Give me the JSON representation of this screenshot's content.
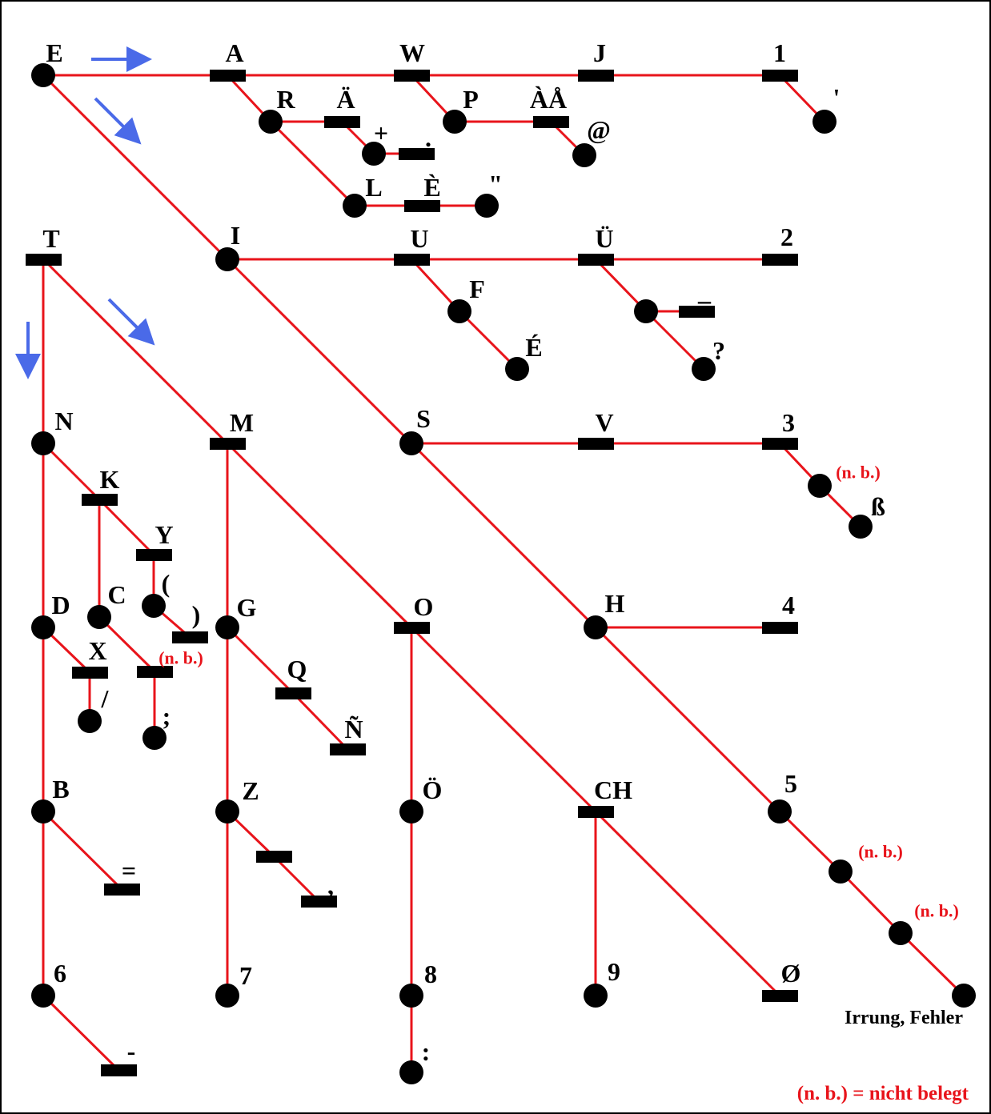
{
  "colors": {
    "line": "#e8141b",
    "node": "#000000",
    "arrow": "#4a6ae8",
    "note": "#e8141b"
  },
  "nodes": [
    {
      "code": ".",
      "label": "E",
      "signal": "dot"
    },
    {
      "code": ".-",
      "label": "A",
      "signal": "dash"
    },
    {
      "code": ".--",
      "label": "W",
      "signal": "dash"
    },
    {
      "code": ".---",
      "label": "J",
      "signal": "dash"
    },
    {
      "code": ".----",
      "label": "1",
      "signal": "dash"
    },
    {
      "code": ".----.",
      "label": "'",
      "signal": "dot"
    },
    {
      "code": ".-.",
      "label": "R",
      "signal": "dot"
    },
    {
      "code": ".-.-",
      "label": "Ä",
      "signal": "dash"
    },
    {
      "code": ".-.-.",
      "label": "+",
      "signal": "dot"
    },
    {
      "code": ".-.-.-",
      "label": ".",
      "signal": "dash"
    },
    {
      "code": ".-..",
      "label": "L",
      "signal": "dot"
    },
    {
      "code": ".-..-",
      "label": "È",
      "signal": "dash"
    },
    {
      "code": ".-..-.",
      "label": "\"",
      "signal": "dot"
    },
    {
      "code": ".--.",
      "label": "P",
      "signal": "dot"
    },
    {
      "code": ".--.-",
      "label": "ÀÅ",
      "signal": "dash"
    },
    {
      "code": ".--.-.",
      "label": "@",
      "signal": "dot"
    },
    {
      "code": "..",
      "label": "I",
      "signal": "dot"
    },
    {
      "code": "..-",
      "label": "U",
      "signal": "dash"
    },
    {
      "code": "..--",
      "label": "Ü",
      "signal": "dash"
    },
    {
      "code": "..---",
      "label": "2",
      "signal": "dash"
    },
    {
      "code": "..-.",
      "label": "F",
      "signal": "dot"
    },
    {
      "code": "..-..",
      "label": "É",
      "signal": "dot"
    },
    {
      "code": "..--.",
      "label": "",
      "signal": "dot"
    },
    {
      "code": "..--.-",
      "label": "_",
      "signal": "dash"
    },
    {
      "code": "..--..",
      "label": "?",
      "signal": "dot"
    },
    {
      "code": "-",
      "label": "T",
      "signal": "dash"
    },
    {
      "code": "-.",
      "label": "N",
      "signal": "dot"
    },
    {
      "code": "--",
      "label": "M",
      "signal": "dash"
    },
    {
      "code": "...",
      "label": "S",
      "signal": "dot"
    },
    {
      "code": "...-",
      "label": "V",
      "signal": "dash"
    },
    {
      "code": "...--",
      "label": "3",
      "signal": "dash"
    },
    {
      "code": "...--.",
      "label": "(n. b.)",
      "signal": "dot",
      "note": true
    },
    {
      "code": "...--..",
      "label": "ß",
      "signal": "dot"
    },
    {
      "code": "....",
      "label": "H",
      "signal": "dot"
    },
    {
      "code": "....-",
      "label": "4",
      "signal": "dash"
    },
    {
      "code": ".....",
      "label": "5",
      "signal": "dot"
    },
    {
      "code": "......",
      "label": "(n. b.)",
      "signal": "dot",
      "note": true
    },
    {
      "code": ".......",
      "label": "(n. b.)",
      "signal": "dot",
      "note": true
    },
    {
      "code": "........",
      "label": "Irrung, Fehler",
      "signal": "dot",
      "small": true
    },
    {
      "code": "-.-",
      "label": "K",
      "signal": "dash"
    },
    {
      "code": "-.--",
      "label": "Y",
      "signal": "dash"
    },
    {
      "code": "-.--.",
      "label": "(",
      "signal": "dot"
    },
    {
      "code": "-.--.-",
      "label": ")",
      "signal": "dash"
    },
    {
      "code": "-.-.",
      "label": "C",
      "signal": "dot"
    },
    {
      "code": "-.-.-",
      "label": "(n. b.)",
      "signal": "dash",
      "note": true
    },
    {
      "code": "-.-.-.",
      "label": ";",
      "signal": "dot"
    },
    {
      "code": "-..",
      "label": "D",
      "signal": "dot"
    },
    {
      "code": "-..-",
      "label": "X",
      "signal": "dash"
    },
    {
      "code": "-..-.",
      "label": "/",
      "signal": "dot"
    },
    {
      "code": "-...",
      "label": "B",
      "signal": "dot"
    },
    {
      "code": "-...-",
      "label": "=",
      "signal": "dash"
    },
    {
      "code": "-....",
      "label": "6",
      "signal": "dot"
    },
    {
      "code": "-....-",
      "label": "-",
      "signal": "dash"
    },
    {
      "code": "--.",
      "label": "G",
      "signal": "dot"
    },
    {
      "code": "--.-",
      "label": "Q",
      "signal": "dash"
    },
    {
      "code": "--.--",
      "label": "Ñ",
      "signal": "dash"
    },
    {
      "code": "--..",
      "label": "Z",
      "signal": "dot"
    },
    {
      "code": "--..-",
      "label": "",
      "signal": "dash"
    },
    {
      "code": "--..--",
      "label": ",",
      "signal": "dash"
    },
    {
      "code": "--...",
      "label": "7",
      "signal": "dot"
    },
    {
      "code": "---",
      "label": "O",
      "signal": "dash"
    },
    {
      "code": "---.",
      "label": "Ö",
      "signal": "dot"
    },
    {
      "code": "---..",
      "label": "8",
      "signal": "dot"
    },
    {
      "code": "---...",
      "label": ":",
      "signal": "dot"
    },
    {
      "code": "----",
      "label": "CH",
      "signal": "dash"
    },
    {
      "code": "----.",
      "label": "9",
      "signal": "dot"
    },
    {
      "code": "-----",
      "label": "Ø",
      "signal": "dash"
    }
  ],
  "legend": {
    "text": "(n. b.) = nicht belegt"
  }
}
